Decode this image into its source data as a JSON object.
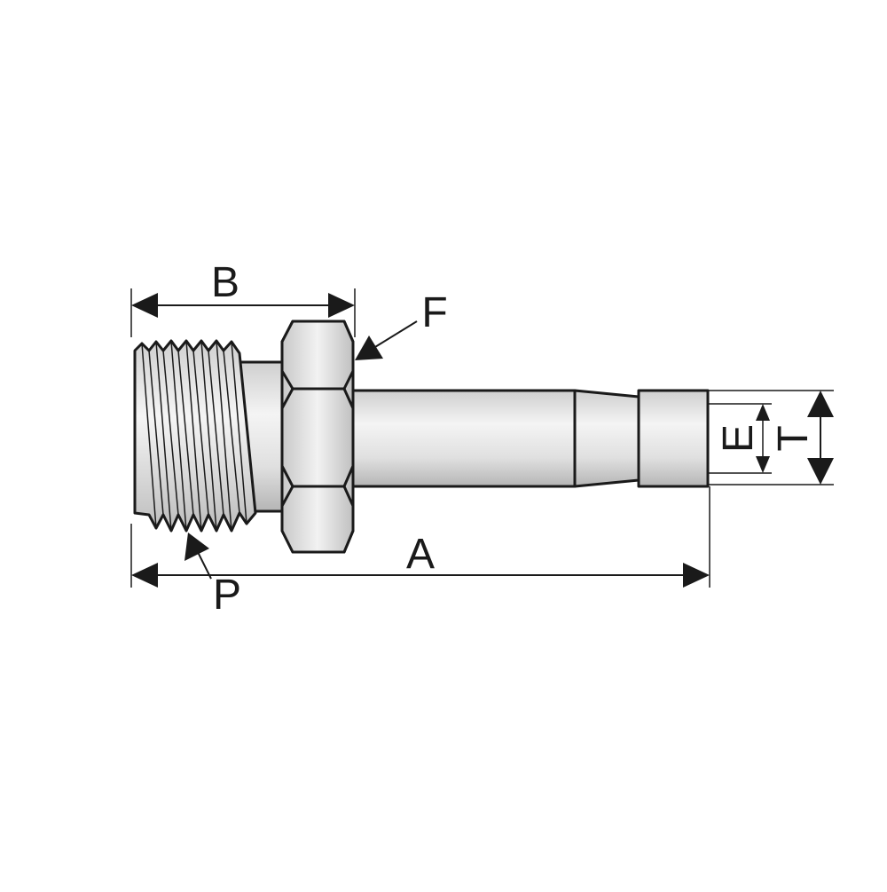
{
  "labels": {
    "overall_length": "A",
    "thread_length": "B",
    "hex_flats": "F",
    "thread": "P",
    "inner_diameter": "E",
    "outer_diameter": "T"
  },
  "colors": {
    "outline": "#1a1a1a",
    "metal_light": "#f2f2f2",
    "metal_mid": "#d4d4d4",
    "metal_dark": "#a8a8a8"
  }
}
